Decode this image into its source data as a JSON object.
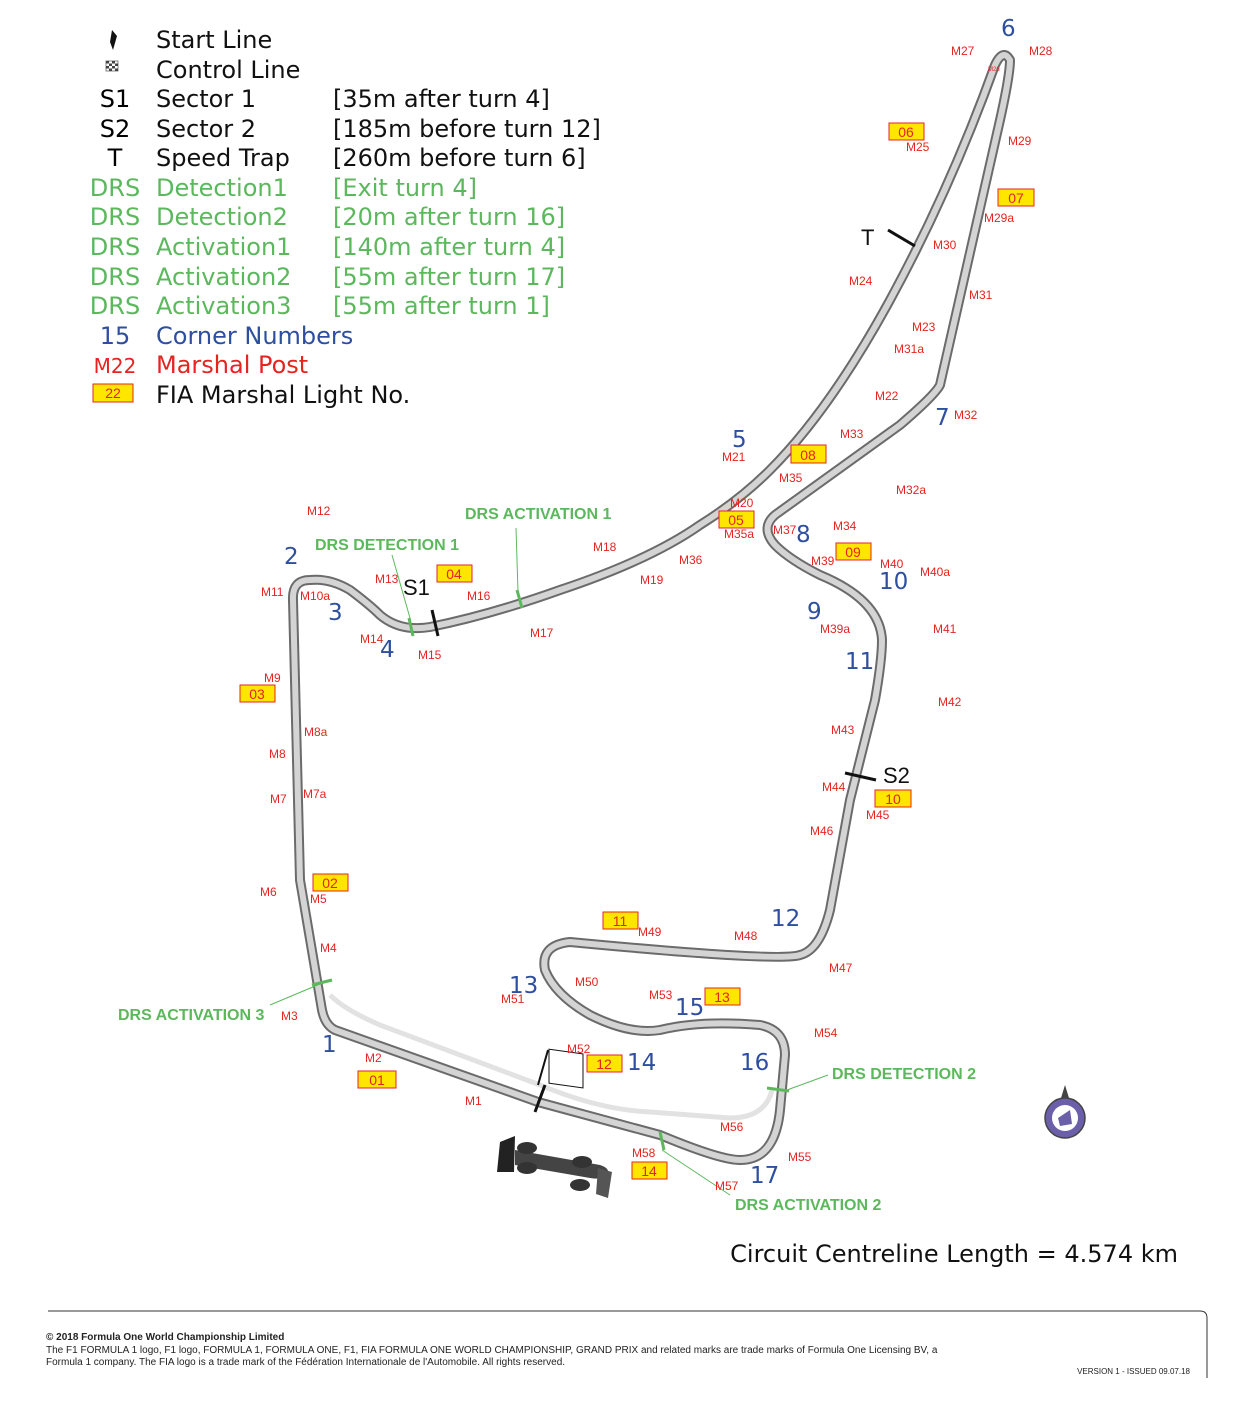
{
  "legend": [
    {
      "symbol": "",
      "label": "Start Line",
      "detail": "",
      "color": "#111111",
      "icon": "start-line-icon"
    },
    {
      "symbol": "",
      "label": "Control Line",
      "detail": "",
      "color": "#111111",
      "icon": "checkered-flag-icon"
    },
    {
      "symbol": "S1",
      "label": "Sector 1",
      "detail": "[35m after turn 4]",
      "color": "#111111"
    },
    {
      "symbol": "S2",
      "label": "Sector 2",
      "detail": "[185m before turn 12]",
      "color": "#111111"
    },
    {
      "symbol": "T",
      "label": "Speed Trap",
      "detail": "[260m before turn 6]",
      "color": "#111111"
    },
    {
      "symbol": "DRS",
      "label": "Detection1",
      "detail": "[Exit turn 4]",
      "color": "#5cb85c"
    },
    {
      "symbol": "DRS",
      "label": "Detection2",
      "detail": "[20m after turn 16]",
      "color": "#5cb85c"
    },
    {
      "symbol": "DRS",
      "label": "Activation1",
      "detail": "[140m after turn 4]",
      "color": "#5cb85c"
    },
    {
      "symbol": "DRS",
      "label": "Activation2",
      "detail": "[55m after turn 17]",
      "color": "#5cb85c"
    },
    {
      "symbol": "DRS",
      "label": "Activation3",
      "detail": "[55m after turn 1]",
      "color": "#5cb85c"
    },
    {
      "symbol": "15",
      "label": "Corner Numbers",
      "detail": "",
      "color": "#2e4fa0"
    },
    {
      "symbol": "M22",
      "label": "Marshal Post",
      "detail": "",
      "color": "#e52421"
    },
    {
      "symbol": "22",
      "label": "FIA Marshal Light No.",
      "detail": "",
      "color": "#111111",
      "boxed": true
    }
  ],
  "corners": [
    "1",
    "2",
    "3",
    "4",
    "5",
    "6",
    "7",
    "8",
    "9",
    "10",
    "11",
    "12",
    "13",
    "14",
    "15",
    "16",
    "17"
  ],
  "marshal_posts": [
    "M1",
    "M2",
    "M3",
    "M4",
    "M5",
    "M6",
    "M7",
    "M7a",
    "M8",
    "M8a",
    "M9",
    "M10a",
    "M11",
    "M12",
    "M13",
    "M14",
    "M15",
    "M16",
    "M17",
    "M18",
    "M19",
    "M20",
    "M21",
    "M22",
    "M23",
    "M24",
    "M25",
    "M26",
    "M27",
    "M28",
    "M29",
    "M29a",
    "M30",
    "M31",
    "M31a",
    "M32",
    "M32a",
    "M33",
    "M34",
    "M35",
    "M35a",
    "M36",
    "M37",
    "M39",
    "M39a",
    "M40",
    "M40a",
    "M41",
    "M42",
    "M43",
    "M44",
    "M45",
    "M46",
    "M47",
    "M48",
    "M49",
    "M50",
    "M51",
    "M52",
    "M53",
    "M54",
    "M55",
    "M56",
    "M57",
    "M58"
  ],
  "flag_lights": [
    "01",
    "02",
    "03",
    "04",
    "05",
    "06",
    "07",
    "08",
    "09",
    "10",
    "11",
    "12",
    "13",
    "14"
  ],
  "drs_labels": {
    "activation1": "DRS ACTIVATION 1",
    "activation2": "DRS ACTIVATION 2",
    "activation3": "DRS ACTIVATION 3",
    "detection1": "DRS DETECTION 1",
    "detection2": "DRS DETECTION 2"
  },
  "sectors": {
    "s1": "S1",
    "s2": "S2",
    "speed_trap": "T"
  },
  "circuit_length": "Circuit Centreline Length = 4.574 km",
  "footer": {
    "copyright": "© 2018 Formula One World Championship Limited",
    "line1": "The F1 FORMULA 1 logo, F1 logo, FORMULA 1, FORMULA ONE, F1, FIA FORMULA ONE WORLD CHAMPIONSHIP, GRAND PRIX and related marks are trade marks of Formula One Licensing BV, a",
    "line2": "Formula 1 company. The FIA logo is a trade mark of the Fédération Internationale de l'Automobile. All rights reserved.",
    "version": "VERSION 1 - ISSUED 09.07.18"
  },
  "colors": {
    "track": "#c8c8c8",
    "track_edge": "#6b6b6b",
    "corner_blue": "#2e4fa0",
    "marshal_red": "#e52421",
    "drs_green": "#5cb85c",
    "flag_yellow": "#ffe600"
  }
}
